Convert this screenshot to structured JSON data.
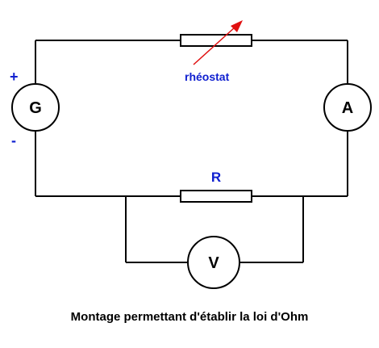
{
  "generator": {
    "label": "G",
    "plus_sign": "+",
    "minus_sign": "-"
  },
  "ammeter": {
    "label": "A"
  },
  "voltmeter": {
    "label": "V"
  },
  "rheostat": {
    "label": "rhéostat",
    "arrow_color": "#e01010"
  },
  "resistor": {
    "label": "R"
  },
  "caption": "Montage permettant d'établir la loi d'Ohm",
  "colors": {
    "label_blue": "#1020d0",
    "wire": "#000000"
  }
}
